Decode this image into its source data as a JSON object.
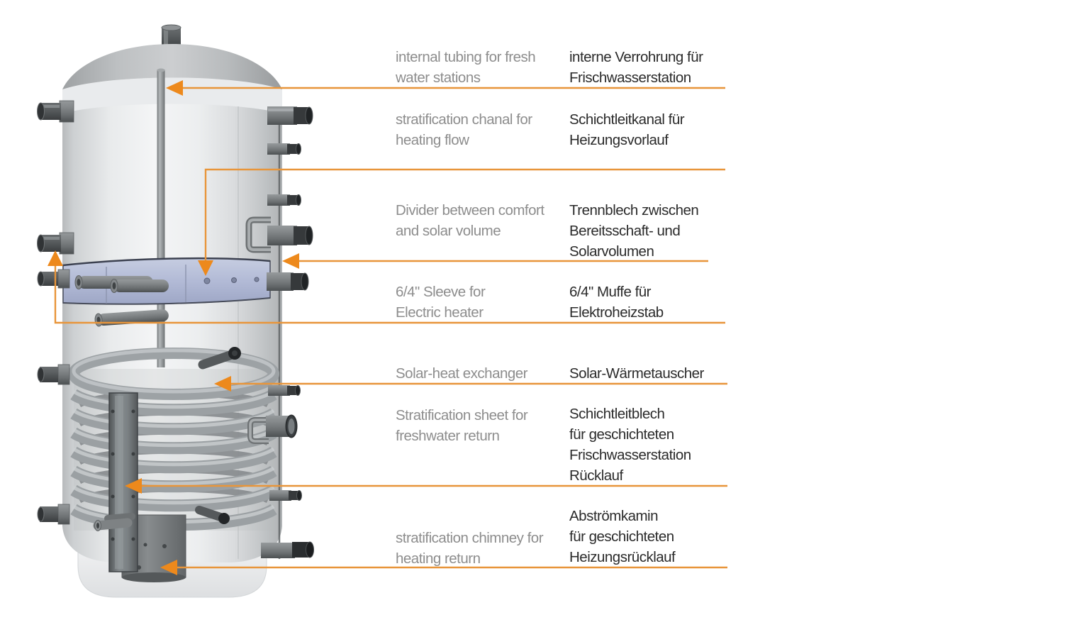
{
  "colors": {
    "annotation_line": "#E8953A",
    "annotation_arrow": "#ED891C",
    "label_en_gray": "#8D8D8D",
    "label_de_black": "#2B2B2B",
    "divider_plate_blue": "#B2BAD6"
  },
  "labels": [
    {
      "en": "internal tubing for fresh\nwater stations",
      "de": "interne Verrohrung für\nFrischwasserstation"
    },
    {
      "en": "stratification chanal for\nheating flow",
      "de": "Schichtleitkanal für\nHeizungsvorlauf"
    },
    {
      "en": "Divider between comfort\nand solar volume",
      "de": "Trennblech zwischen\nBereitsschaft- und\nSolarvolumen"
    },
    {
      "en": "6/4\" Sleeve for\nElectric heater",
      "de": "6/4\" Muffe für\nElektroheizstab"
    },
    {
      "en": "Solar-heat exchanger",
      "de": "Solar-Wärmetauscher"
    },
    {
      "en": "Stratification sheet for\nfreshwater return",
      "de": "Schichtleitblech\nfür geschichteten\nFrischwasserstation\nRücklauf"
    },
    {
      "en": "stratification chimney for\nheating return",
      "de": "Abströmkamin\nfür geschichteten\nHeizungsrücklauf"
    }
  ]
}
